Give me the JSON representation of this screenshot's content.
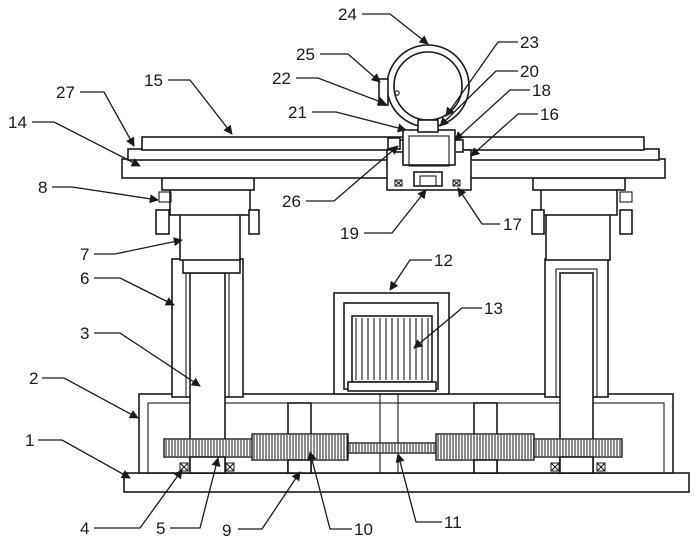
{
  "diagram": {
    "labels": {
      "l1": "1",
      "l2": "2",
      "l3": "3",
      "l4": "4",
      "l5": "5",
      "l6": "6",
      "l7": "7",
      "l8": "8",
      "l9": "9",
      "l10": "10",
      "l11": "11",
      "l12": "12",
      "l13": "13",
      "l14": "14",
      "l15": "15",
      "l16": "16",
      "l17": "17",
      "l18": "18",
      "l19": "19",
      "l20": "20",
      "l21": "21",
      "l22": "22",
      "l23": "23",
      "l24": "24",
      "l25": "25",
      "l26": "26",
      "l27": "27"
    }
  }
}
